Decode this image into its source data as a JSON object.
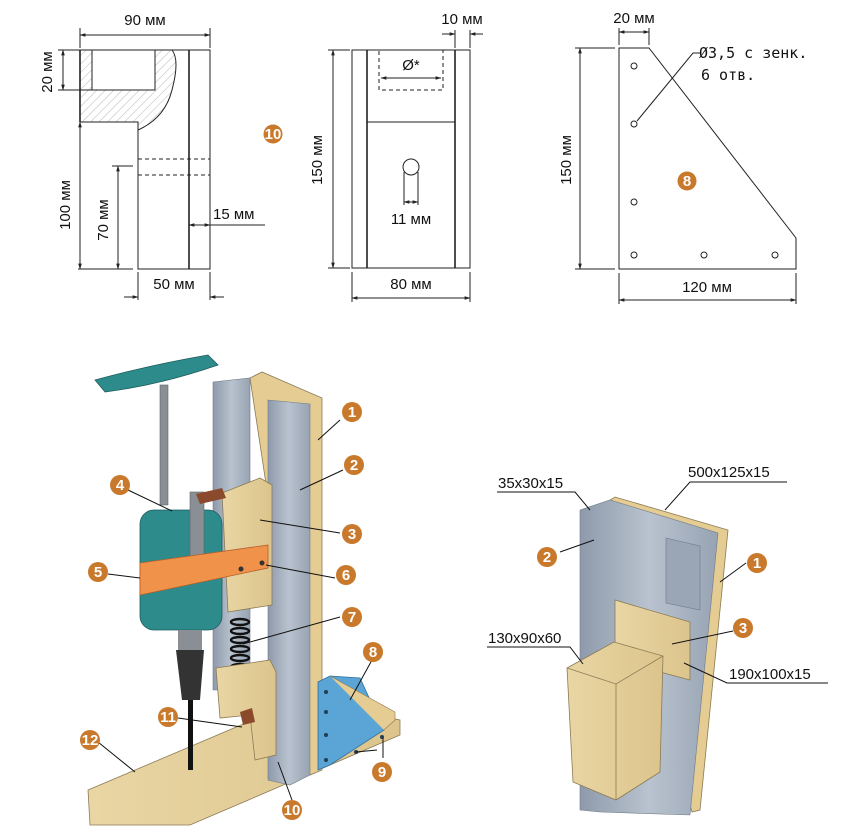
{
  "drawings": {
    "block_side": {
      "dims": {
        "width": "90 мм",
        "top_pocket": "20 мм",
        "height": "100 мм",
        "hole_height": "70 мм",
        "wall": "15 мм",
        "bottom": "50 мм"
      },
      "part_number": "10"
    },
    "block_front": {
      "dims": {
        "edge": "10 мм",
        "bore": "Ø*",
        "height": "150 мм",
        "slot": "11 мм",
        "width": "80 мм"
      }
    },
    "gusset": {
      "dims": {
        "top": "20 мм",
        "height": "150 мм",
        "width": "120 мм"
      },
      "hole_note_line1": "Ø3,5 с зенк.",
      "hole_note_line2": "6 отв.",
      "part_number": "8"
    }
  },
  "assembly": {
    "callouts": [
      "1",
      "2",
      "3",
      "4",
      "5",
      "6",
      "7",
      "8",
      "9",
      "10",
      "11",
      "12"
    ]
  },
  "detail": {
    "callouts": [
      "1",
      "2",
      "3"
    ],
    "sizes": {
      "profile": "35x30x15",
      "backboard": "500x125x15",
      "carriage": "130x90x60",
      "plate": "190x100x15"
    }
  },
  "colors": {
    "badge": "#c9792b",
    "wood": "#e8d3a0",
    "aluminium": "#a9b4c2",
    "drill_body": "#2e8b8b",
    "clamp": "#f0924a",
    "gusset": "#5aa4d6"
  }
}
